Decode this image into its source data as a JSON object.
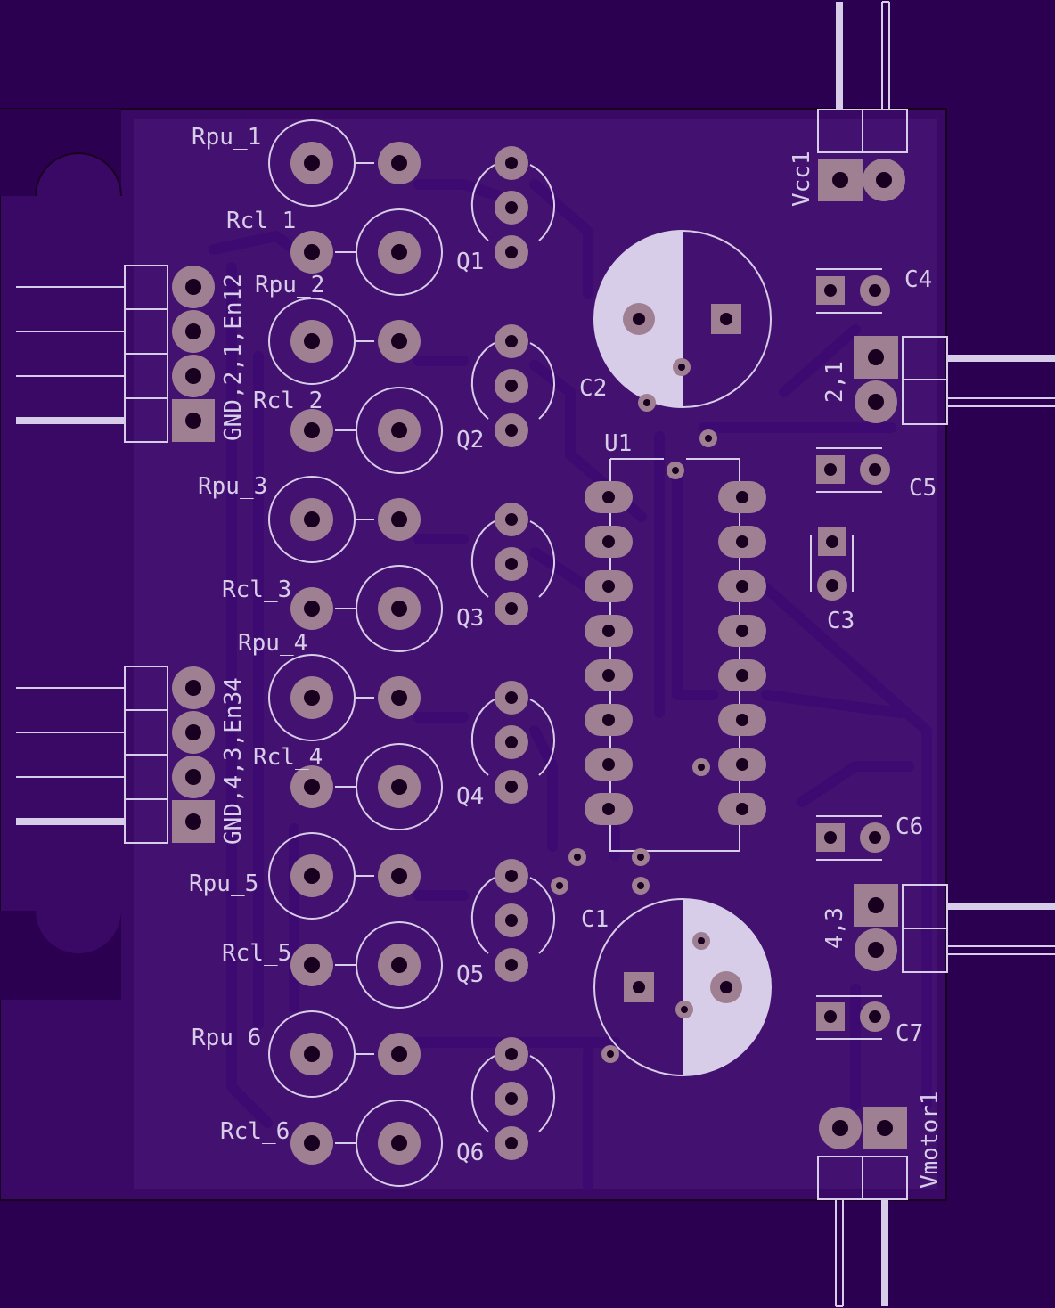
{
  "board": {
    "background": "#2b0050",
    "board_fill": "#3a0865",
    "pour_fill": "#43116f",
    "silk_color": "#d8cde8",
    "pad_color": "#9f7f92"
  },
  "labels": {
    "rpu_1": "Rpu_1",
    "rcl_1": "Rcl_1",
    "q1": "Q1",
    "rpu_2": "Rpu_2",
    "rcl_2": "Rcl_2",
    "q2": "Q2",
    "rpu_3": "Rpu_3",
    "rcl_3": "Rcl_3",
    "q3": "Q3",
    "rpu_4": "Rpu_4",
    "rcl_4": "Rcl_4",
    "q4": "Q4",
    "rpu_5": "Rpu_5",
    "rcl_5": "Rcl_5",
    "q5": "Q5",
    "rpu_6": "Rpu_6",
    "rcl_6": "Rcl_6",
    "q6": "Q6",
    "c1": "C1",
    "c2": "C2",
    "c3": "C3",
    "c4": "C4",
    "c5": "C5",
    "c6": "C6",
    "c7": "C7",
    "u1": "U1",
    "vcc1": "Vcc1",
    "vmotor1": "Vmotor1",
    "out_21": "2,1",
    "out_43": "4,3",
    "hdr_en12": "GND,2,1,En12",
    "hdr_en34": "GND,4,3,En34"
  }
}
